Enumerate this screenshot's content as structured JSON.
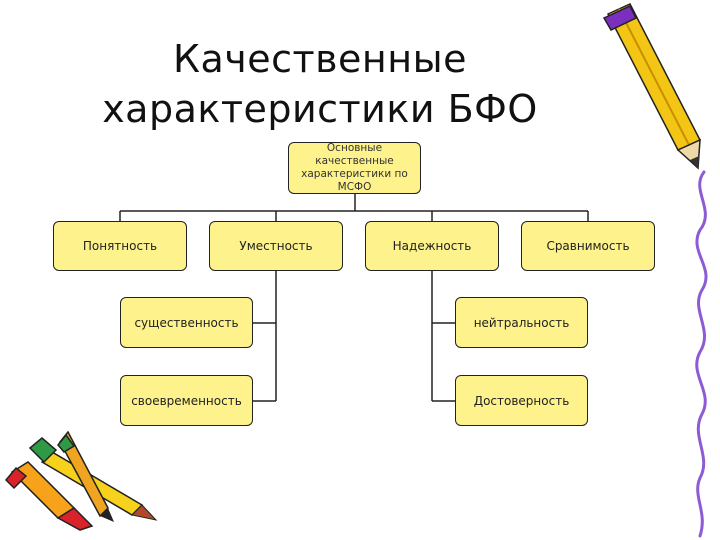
{
  "title": {
    "line1": "Качественные",
    "line2": "характеристики БФО"
  },
  "root": {
    "label": "Основные качественные характеристики по МСФО"
  },
  "categories": [
    "Понятность",
    "Уместность",
    "Надежность",
    "Сравнимость"
  ],
  "relevance_children": [
    "существенность",
    "своевременность"
  ],
  "reliability_children": [
    "нейтральность",
    "Достоверность"
  ],
  "colors": {
    "box_fill": "#fdf28c",
    "box_border": "#222222",
    "connector": "#222222"
  },
  "decorations": [
    "pencil-icon",
    "crayons-icon",
    "scribble-line"
  ]
}
